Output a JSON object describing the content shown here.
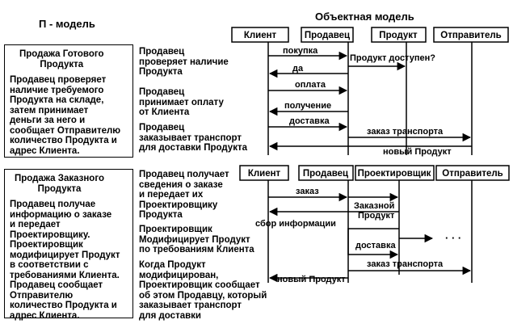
{
  "title_p_model": "П - модель",
  "title_object_model": "Объектная модель",
  "section1": {
    "box_title": "Продажа Готового\nПродукта",
    "box_text": "Продавец проверяет\nналичие требуемого\nПродукта на складе,\nзатем принимает\nденьги за него и\nсообщает Отправителю\nколичество Продукта и\nадрес Клиента.",
    "steps": [
      "Продавец\nпроверяет наличие\nПродукта",
      "Продавец\nпринимает оплату\nот Клиента",
      "Продавец\nзаказывает транспорт\nдля доставки Продукта"
    ],
    "actors": [
      "Клиент",
      "Продавец",
      "Продукт",
      "Отправитель"
    ],
    "messages": {
      "m1": "покупка",
      "m2": "Продукт доступен?",
      "m3": "да",
      "m4": "оплата",
      "m5": "получение",
      "m6": "доставка",
      "m7": "заказ транспорта",
      "m8": "новый Продукт"
    }
  },
  "section2": {
    "box_title": "Продажа Заказного\nПродукта",
    "box_text": "Продавец получае\nинформацию о заказе\nи передает\nПроектировщику.\nПроектировщик\nмодифицирует Продукт\nв соответствии с\nтребованиями Клиента.\nПродавец сообщает\nОтправителю\nколичество Продукта и\nадрес Клиента.",
    "steps": [
      "Продавец получает\nсведения о заказе\nи передает их\nПроектировщику\nПродукта",
      "Проектировщик\nМодифицирует Продукт\nпо требованиям Клиента",
      "Когда Продукт\nмодифицирован,\nПроектировщик сообщает\nоб этом Продавцу, который\nзаказывает транспорт\nдля доставки"
    ],
    "actors": [
      "Клиент",
      "Продавец",
      "Проектировщик",
      "Отправитель"
    ],
    "messages": {
      "m1": "заказ",
      "m2": "Заказной\nПродукт",
      "m3": "сбор информации",
      "m4": "доставка",
      "m5": "заказ транспорта",
      "m6": "новый Продукт"
    },
    "continuation": "· · ·"
  }
}
